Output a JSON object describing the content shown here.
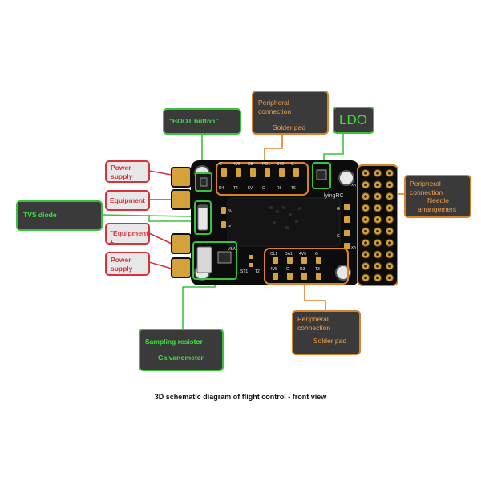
{
  "caption": "3D schematic diagram of flight control - front view",
  "labels": {
    "boot_button": "\"BOOT button\"",
    "ldo": "LDO",
    "peripheral_top_line1": "Peripheral connection",
    "peripheral_top_line2": "Solder pad",
    "peripheral_right_line1": "Peripheral",
    "peripheral_right_line2": "connection",
    "peripheral_right_line3": "Needle",
    "peripheral_right_line4": "arrangement",
    "peripheral_bottom_line1": "Peripheral",
    "peripheral_bottom_line2": "connection",
    "peripheral_bottom_line3": "Solder pad",
    "power_supply_top_line1": "Power",
    "power_supply_top_line2": "supply",
    "equipment": "Equipment",
    "tvs_diode": "TVS diode",
    "equipment_plus": "\"Equipment +",
    "power_supply_bottom_line1": "Power",
    "power_supply_bottom_line2": "supply",
    "sampling_resistor": "Sampling resistor",
    "galvanometer": "Galvanometer"
  },
  "board": {
    "brand_text": "lyingRC",
    "top_pads": [
      "R4",
      "T4",
      "5V",
      "G",
      "R6",
      "T6"
    ],
    "top_pads_row2": [
      "G",
      "4V5",
      "SB",
      "PO1",
      "ST2",
      "G"
    ],
    "left_pads": [
      "5V",
      "G"
    ],
    "right_pads": [
      "G",
      "G"
    ],
    "bottom_pads_row1": [
      "CL1",
      "DA1",
      "4V5",
      "G"
    ],
    "bottom_pads_row2": [
      "4V5",
      "G",
      "R3",
      "T3"
    ],
    "left_small_labels": [
      "VBA",
      "ST1",
      "T2"
    ],
    "header_labels": [
      "XA",
      "XA"
    ]
  },
  "colors": {
    "orange": "#d9822b",
    "green": "#37c33a",
    "red": "#d8323c",
    "pad_gold": "#d4a13a",
    "board_black": "#0c0c0c"
  }
}
